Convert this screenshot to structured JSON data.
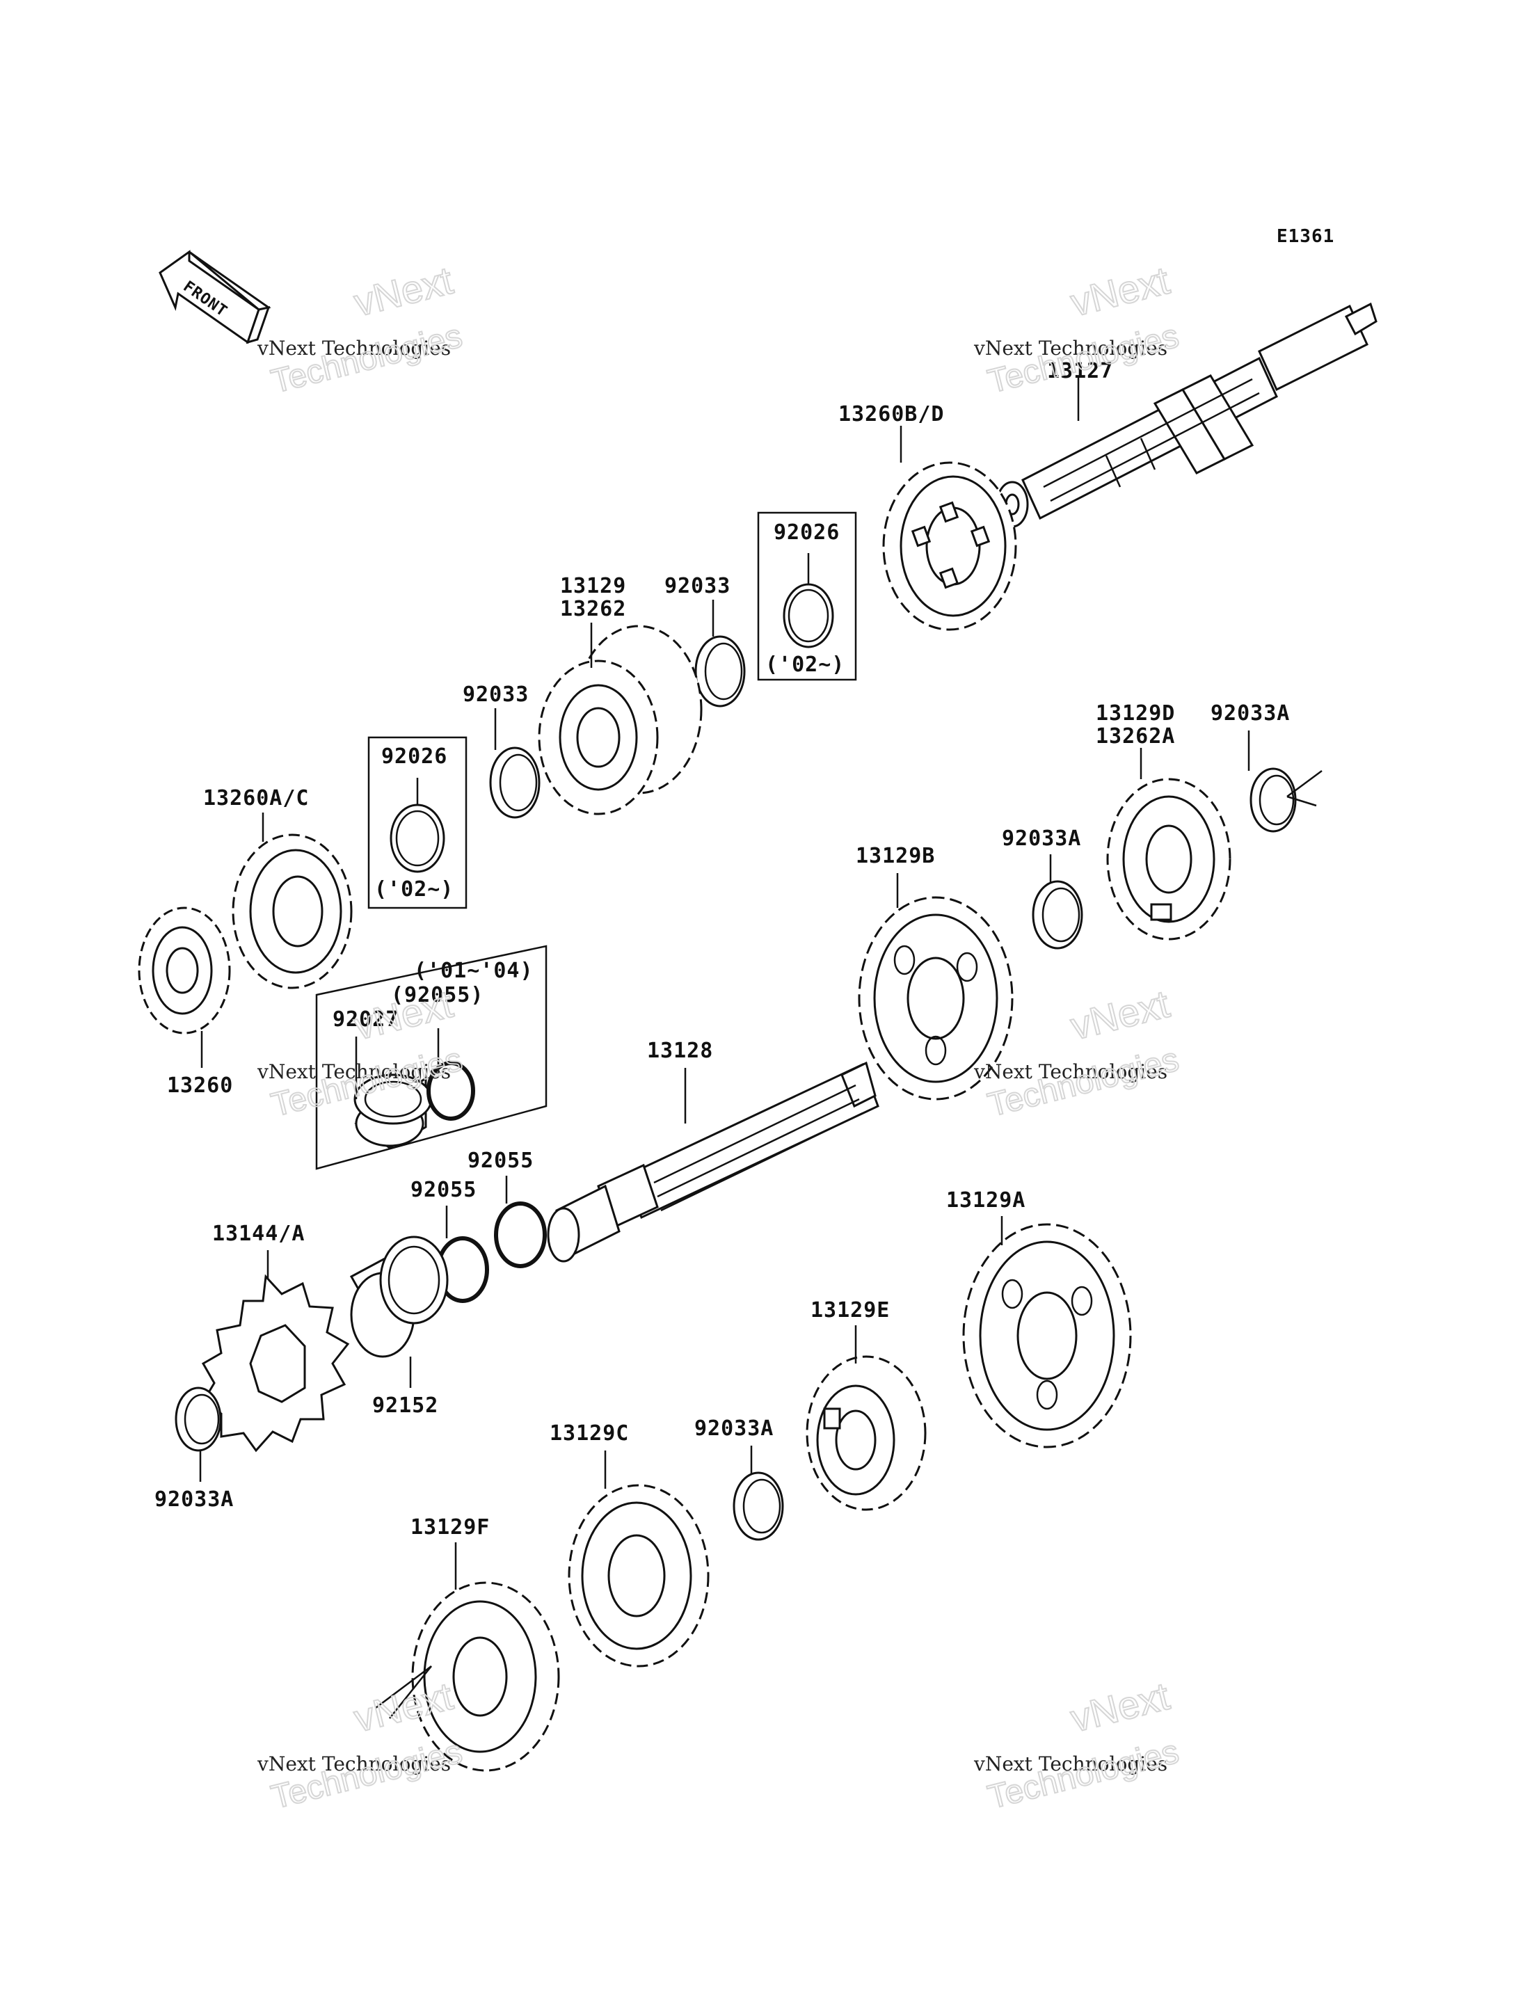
{
  "diagram_code": "E1361",
  "front_label": "FRONT",
  "watermark": {
    "line1": "vNext",
    "line2": "vNext Technologies",
    "line3": "Technologies"
  },
  "labels": {
    "p13127": "13127",
    "p13260bd": "13260B/D",
    "p92026_top": "92026",
    "p02_top": "('02~)",
    "p13129_13262_a": "13129",
    "p13129_13262_b": "13262",
    "p92033_top": "92033",
    "p92033_mid": "92033",
    "p92026_mid": "92026",
    "p02_mid": "('02~)",
    "p13260ac": "13260A/C",
    "p13260": "13260",
    "p01_04": "('01~'04)",
    "p92055_paren": "(92055)",
    "p92027": "92027",
    "p13129d": "13129D",
    "p13262a": "13262A",
    "p92033a_right": "92033A",
    "p92033a_mid": "92033A",
    "p13129b": "13129B",
    "p13128": "13128",
    "p92055_a": "92055",
    "p92055_b": "92055",
    "p13144a": "13144/A",
    "p92152": "92152",
    "p92033a_left": "92033A",
    "p13129a": "13129A",
    "p13129e": "13129E",
    "p92033a_low": "92033A",
    "p13129c": "13129C",
    "p13129f": "13129F"
  }
}
